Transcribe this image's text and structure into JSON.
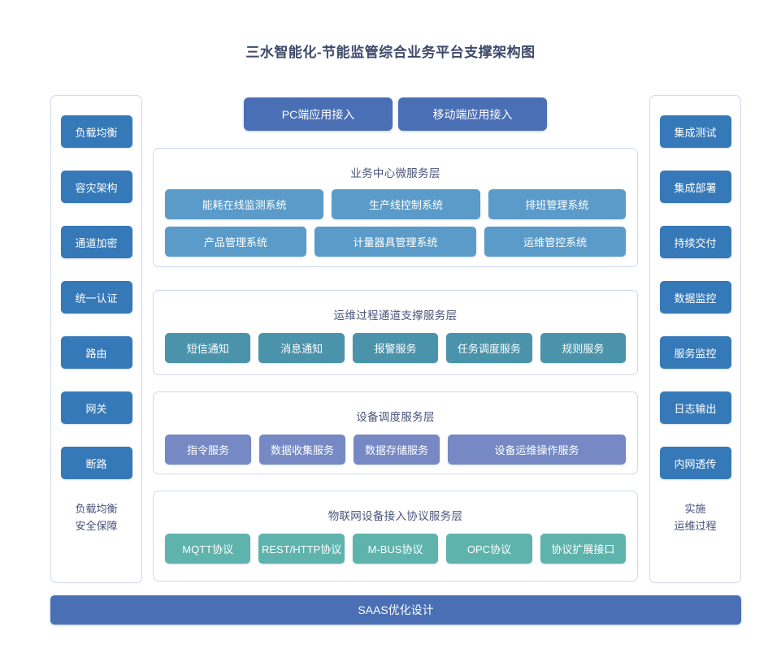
{
  "title": "三水智能化-节能监管综合业务平台支撑架构图",
  "colors": {
    "title_text": "#3d4a6b",
    "access_button": "#4a6fb5",
    "side_chip": "#3679b8",
    "business_chip": "#5b9bc9",
    "ops_chip": "#4a93ab",
    "device_chip": "#7689c4",
    "iot_chip": "#5fb3ad",
    "saas_bar": "#4a6fb5",
    "panel_border": "#cdd9ef",
    "layer_title_text": "#49547a"
  },
  "access": {
    "pc_label": "PC端应用接入",
    "mobile_label": "移动端应用接入"
  },
  "left_column": {
    "items": [
      {
        "label": "负载均衡"
      },
      {
        "label": "容灾架构"
      },
      {
        "label": "通道加密"
      },
      {
        "label": "统一认证"
      },
      {
        "label": "路由"
      },
      {
        "label": "网关"
      },
      {
        "label": "断路"
      }
    ],
    "caption_line1": "负载均衡",
    "caption_line2": "安全保障"
  },
  "right_column": {
    "items": [
      {
        "label": "集成测试"
      },
      {
        "label": "集成部署"
      },
      {
        "label": "持续交付"
      },
      {
        "label": "数据监控"
      },
      {
        "label": "服务监控"
      },
      {
        "label": "日志输出"
      },
      {
        "label": "内网透传"
      }
    ],
    "caption_line1": "实施",
    "caption_line2": "运维过程"
  },
  "layers": [
    {
      "id": "business",
      "title": "业务中心微服务层",
      "row1": [
        {
          "label": "能耗在线监测系统"
        },
        {
          "label": "生产线控制系统"
        },
        {
          "label": "排班管理系统"
        }
      ],
      "row2": [
        {
          "label": "产品管理系统"
        },
        {
          "label": "计量器具管理系统"
        },
        {
          "label": "运维管控系统"
        }
      ]
    },
    {
      "id": "ops",
      "title": "运维过程通道支撑服务层",
      "row1": [
        {
          "label": "短信通知"
        },
        {
          "label": "消息通知"
        },
        {
          "label": "报警服务"
        },
        {
          "label": "任务调度服务"
        },
        {
          "label": "规则服务"
        }
      ]
    },
    {
      "id": "device",
      "title": "设备调度服务层",
      "row1": [
        {
          "label": "指令服务"
        },
        {
          "label": "数据收集服务"
        },
        {
          "label": "数据存储服务"
        },
        {
          "label": "设备运维操作服务"
        }
      ]
    },
    {
      "id": "iot",
      "title": "物联网设备接入协议服务层",
      "row1": [
        {
          "label": "MQTT协议"
        },
        {
          "label": "REST/HTTP协议"
        },
        {
          "label": "M-BUS协议"
        },
        {
          "label": "OPC协议"
        },
        {
          "label": "协议扩展接口"
        }
      ]
    }
  ],
  "footer": {
    "saas_label": "SAAS优化设计"
  }
}
